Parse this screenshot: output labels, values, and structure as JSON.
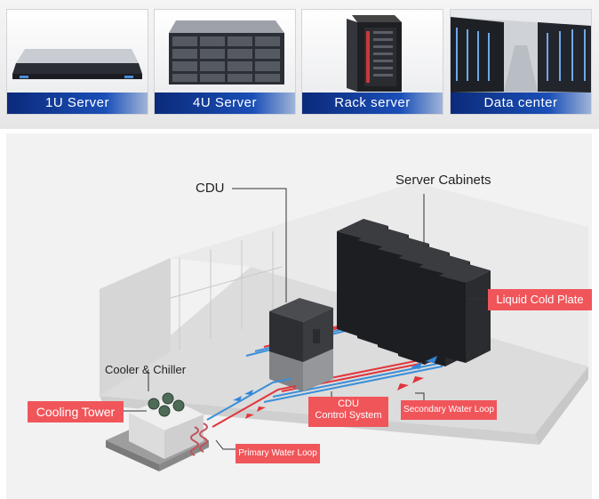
{
  "products": [
    {
      "label": "1U Server",
      "icon": "1u-server-image"
    },
    {
      "label": "4U Server",
      "icon": "4u-server-image"
    },
    {
      "label": "Rack server",
      "icon": "rack-server-image"
    },
    {
      "label": "Data center",
      "icon": "data-center-image"
    }
  ],
  "diagram": {
    "labels": {
      "cdu": "CDU",
      "server_cabinets": "Server Cabinets",
      "liquid_cold_plate": "Liquid Cold Plate",
      "cooler_chiller": "Cooler & Chiller",
      "cooling_tower": "Cooling Tower",
      "cdu_control_line1": "CDU",
      "cdu_control_line2": "Control System",
      "secondary_water_loop": "Secondary Water Loop",
      "primary_water_loop": "Primary Water Loop"
    },
    "colors": {
      "accent_red": "#f0555a",
      "brand_blue": "#0b2a7a",
      "cold_pipe": "#3b8fd9",
      "hot_pipe": "#e0353b"
    }
  }
}
